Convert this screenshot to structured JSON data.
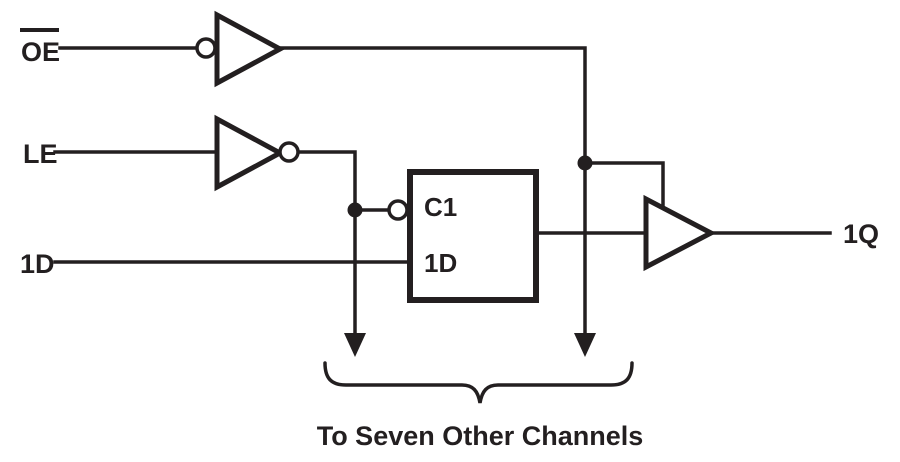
{
  "diagram": {
    "caption": "To Seven Other Channels",
    "labels": {
      "oe": "OE",
      "le": "LE",
      "data_input": "1D",
      "latch_control": "C1",
      "latch_data": "1D",
      "output": "1Q"
    },
    "colors": {
      "line": "#231f20",
      "background": "#ffffff"
    }
  }
}
